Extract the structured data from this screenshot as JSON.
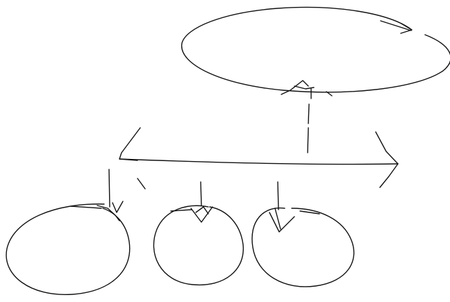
{
  "diagram": {
    "style": "hand-drawn sketch",
    "stroke_color": "#111111",
    "background_color": "#ffffff",
    "nodes": [
      {
        "id": "top-ellipse",
        "shape": "ellipse",
        "label": ""
      },
      {
        "id": "bottom-circle-1",
        "shape": "circle",
        "label": ""
      },
      {
        "id": "bottom-circle-2",
        "shape": "circle",
        "label": ""
      },
      {
        "id": "bottom-circle-3",
        "shape": "circle",
        "label": ""
      }
    ],
    "connectors": [
      {
        "id": "trunk-line",
        "from": "top-ellipse",
        "to": "horizontal-connector",
        "type": "line"
      },
      {
        "id": "horizontal-connector",
        "type": "double-headed-arrow"
      },
      {
        "id": "arrow-1",
        "from": "horizontal-connector",
        "to": "bottom-circle-1",
        "type": "arrow"
      },
      {
        "id": "arrow-2",
        "from": "horizontal-connector",
        "to": "bottom-circle-2",
        "type": "arrow"
      },
      {
        "id": "arrow-3",
        "from": "horizontal-connector",
        "to": "bottom-circle-3",
        "type": "arrow"
      }
    ]
  }
}
